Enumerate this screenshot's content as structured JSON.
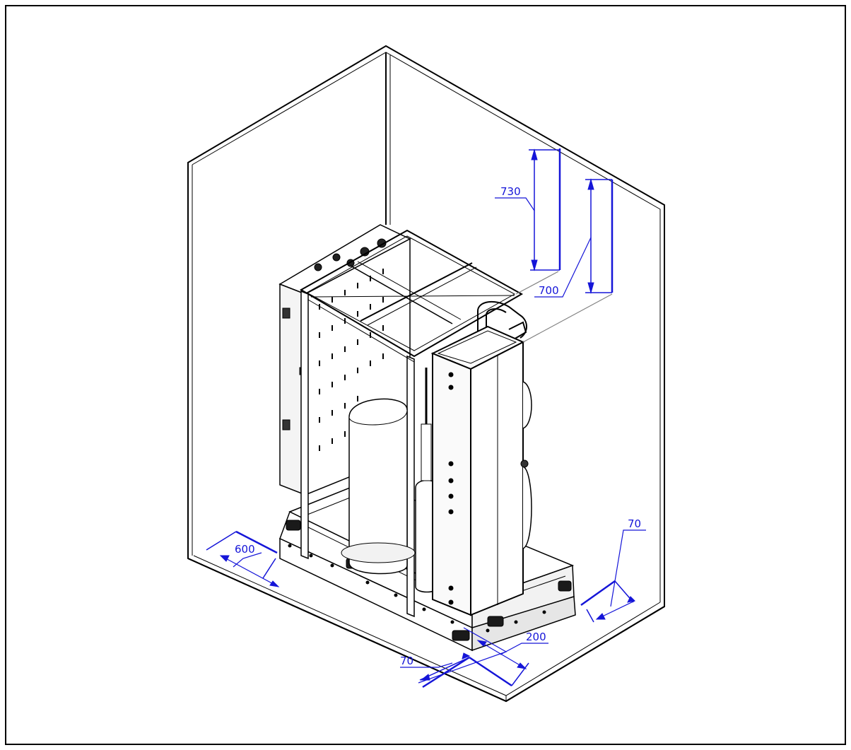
{
  "colors": {
    "line": "#000000",
    "dimension": "#1515d8",
    "leader": "#808080",
    "background": "#ffffff"
  },
  "dimensions": {
    "top_clearance_left": "730",
    "top_clearance_right": "700",
    "side_clearance_left": "600",
    "rear_clearance_right": "70",
    "front_clearance_left": "70",
    "front_clearance_right": "200"
  }
}
